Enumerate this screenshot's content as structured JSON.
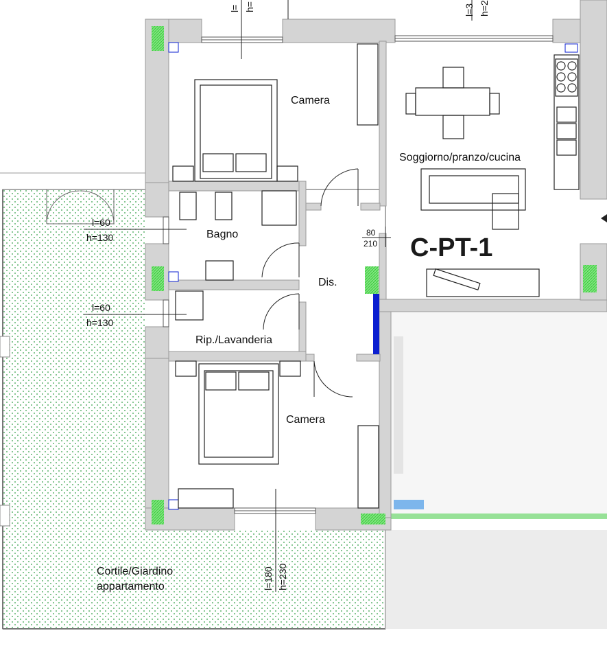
{
  "plan": {
    "unit_code": "C-PT-1",
    "rooms": {
      "camera_top": "Camera",
      "soggiorno": "Soggiorno/pranzo/cucina",
      "bagno": "Bagno",
      "dis": "Dis.",
      "ripostiglio": "Rip./Lavanderia",
      "camera_bottom": "Camera",
      "giardino_line1": "Cortile/Giardino",
      "giardino_line2": "appartamento"
    },
    "dimensions": {
      "bagno_window_l": "l=60",
      "bagno_window_h": "h=130",
      "rip_window_l": "l=60",
      "rip_window_h": "h=130",
      "door_w": "80",
      "door_h": "210",
      "bottom_window_l": "l=180",
      "bottom_window_h": "h=230",
      "top_left_window_l": "l=",
      "top_left_window_h": "h=",
      "top_right_window_l": "l=3",
      "top_right_window_h": "h=2"
    },
    "colors": {
      "wall": "#d4d4d4",
      "garden_dots": "#2f9e44",
      "green_marker": "#5fe05f",
      "blue_accent": "#0b1fd0",
      "outline": "#222222"
    }
  }
}
